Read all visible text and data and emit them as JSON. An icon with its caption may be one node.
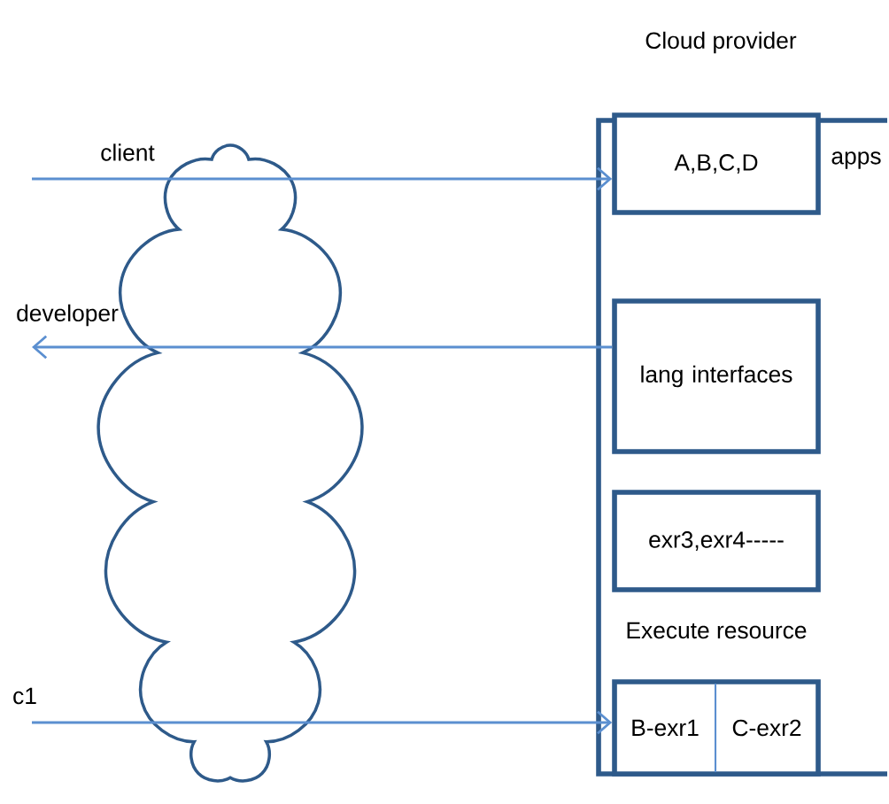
{
  "diagram": {
    "nodes": [
      {
        "text": [
          "Cloud provider"
        ]
      },
      {
        "text": [
          "A,B,C,D"
        ],
        "in": 0,
        "beside": [
          "apps"
        ]
      },
      {
        "text": [
          "lang interfaces"
        ],
        "in": 0
      },
      {
        "text": [
          "exr3,exr4-----"
        ],
        "in": 0
      },
      {
        "text": [
          "Execute resource",
          "B-exr1",
          "C-exr2"
        ],
        "in": 0
      },
      {
        "text": [],
        "shape": "cloud"
      }
    ],
    "edges": [
      {
        "from": null,
        "to": 1,
        "arrow": "to",
        "label": "client"
      },
      {
        "from": 2,
        "to": null,
        "arrow": "to",
        "label": "developer"
      },
      {
        "from": null,
        "to": 4,
        "arrow": "to",
        "label": "c1"
      }
    ]
  }
}
